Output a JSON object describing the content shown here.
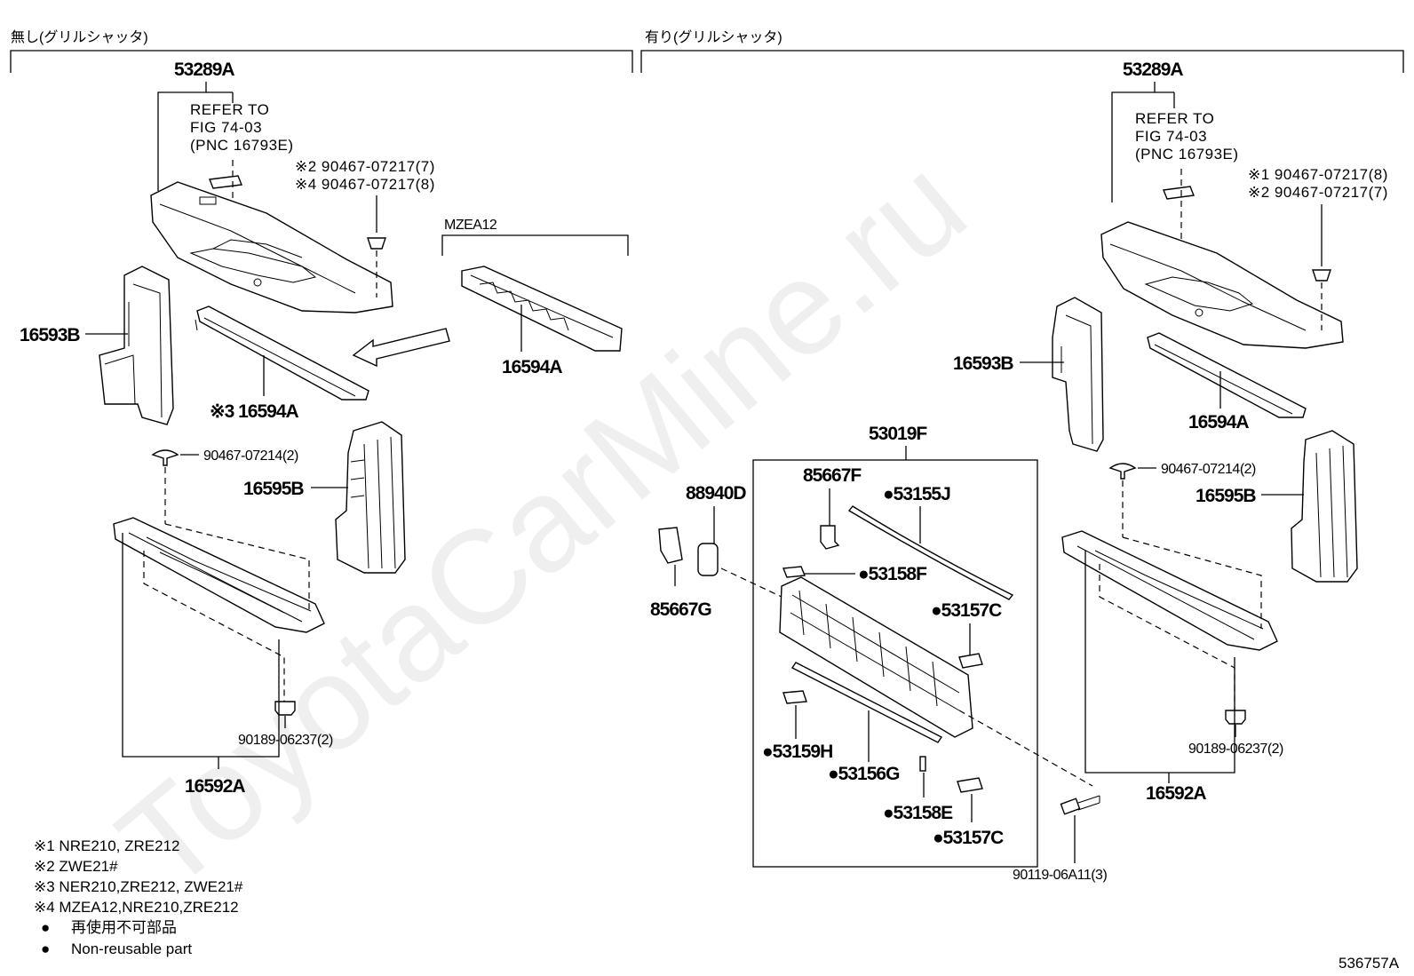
{
  "sections": {
    "left_title": "無し(グリルシャッタ)",
    "right_title": "有り(グリルシャッタ)"
  },
  "left": {
    "p53289A": "53289A",
    "refer_1": "REFER TO",
    "refer_2": "FIG 74-03",
    "refer_3": "(PNC 16793E)",
    "clip_note_1": "※2 90467-07217(7)",
    "clip_note_2": "※4 90467-07217(8)",
    "mzea_label": "MZEA12",
    "p16594A_alt": "16594A",
    "p16593B": "16593B",
    "p16594A": "※3 16594A",
    "clip_90467_07214": "90467-07214(2)",
    "p16595B": "16595B",
    "clip_90189": "90189-06237(2)",
    "p16592A": "16592A"
  },
  "right": {
    "p53289A": "53289A",
    "refer_1": "REFER TO",
    "refer_2": "FIG 74-03",
    "refer_3": "(PNC 16793E)",
    "clip_note_1": "※1 90467-07217(8)",
    "clip_note_2": "※2 90467-07217(7)",
    "p16593B": "16593B",
    "p16594A": "16594A",
    "p53019F": "53019F",
    "p85667F": "85667F",
    "p88940D": "88940D",
    "p53155J": "●53155J",
    "p53158F": "●53158F",
    "p53157C_top": "●53157C",
    "p85667G": "85667G",
    "p53159H": "●53159H",
    "p53156G": "●53156G",
    "p53158E": "●53158E",
    "p53157C_bot": "●53157C",
    "clip_90467_07214": "90467-07214(2)",
    "p16595B": "16595B",
    "clip_90189": "90189-06237(2)",
    "p16592A": "16592A",
    "bolt_90119": "90119-06A11(3)"
  },
  "legend": {
    "n1": "※1  NRE210, ZRE212",
    "n2": "※2  ZWE21#",
    "n3": "※3  NER210,ZRE212, ZWE21#",
    "n4": "※4  MZEA12,NRE210,ZRE212",
    "n5_mark": "●",
    "n5": "再使用不可部品",
    "n6_mark": "●",
    "n6": "Non-reusable part"
  },
  "figure_id": "536757A",
  "watermark": "ToyotaCarMine.ru"
}
